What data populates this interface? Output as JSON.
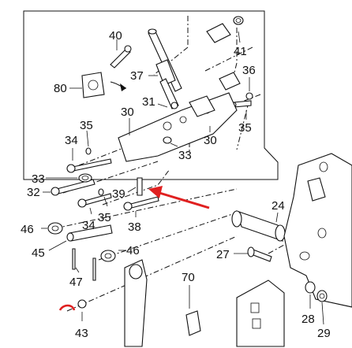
{
  "labels": {
    "p40": "40",
    "p41": "41",
    "p80": "80",
    "p37": "37",
    "p36": "36",
    "p31": "31",
    "p35a": "35",
    "p30a": "30",
    "p34a": "34",
    "p33a": "33",
    "p30b": "30",
    "p35b": "35",
    "p33b": "33",
    "p32": "32",
    "p39": "39",
    "p34b": "34",
    "p35c": "35",
    "p38": "38",
    "p46a": "46",
    "p45": "45",
    "p46b": "46",
    "p47": "47",
    "p24": "24",
    "p27": "27",
    "p70": "70",
    "p43": "43",
    "p28": "28",
    "p29": "29"
  },
  "colors": {
    "ink": "#111111",
    "arrow": "#e02020",
    "clip": "#e02020"
  }
}
